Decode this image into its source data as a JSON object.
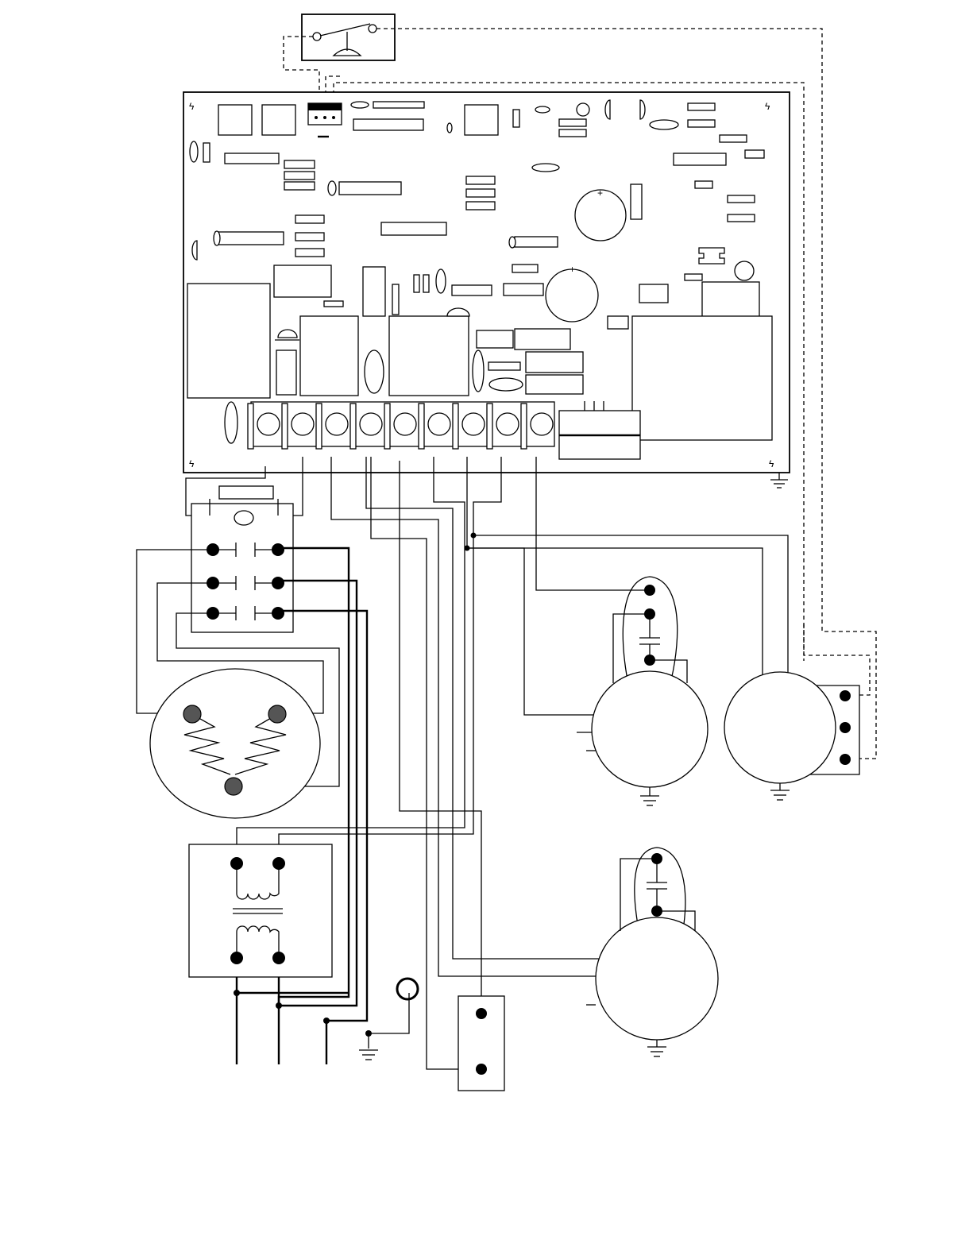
{
  "figure": {
    "kind": "wiring-schematic",
    "text_labels": [],
    "colors": {
      "line": "#000000",
      "background": "#ffffff",
      "terminal_fill": "#555555"
    }
  },
  "components": [
    {
      "id": "limit-switch",
      "name": "thermal-limit-switch"
    },
    {
      "id": "control-board",
      "name": "control-circuit-board"
    },
    {
      "id": "terminal-strip",
      "name": "board-terminal-strip",
      "terminal_count": 9
    },
    {
      "id": "relay",
      "name": "contactor-relay",
      "contact_pairs": 3
    },
    {
      "id": "heater",
      "name": "heating-element",
      "terminals": 3
    },
    {
      "id": "transformer",
      "name": "control-transformer",
      "terminals": 4
    },
    {
      "id": "motor-1",
      "name": "capacitor-start-motor-upper"
    },
    {
      "id": "motor-2",
      "name": "auxiliary-motor-right",
      "terminals": 3
    },
    {
      "id": "motor-3",
      "name": "capacitor-start-motor-lower"
    },
    {
      "id": "switch-block",
      "name": "two-terminal-switch-block"
    },
    {
      "id": "ground-lug",
      "name": "ground-ring-terminal"
    }
  ],
  "icons": [
    "ground-symbol-icon",
    "capacitor-icon",
    "coil-icon",
    "resistor-icon"
  ]
}
